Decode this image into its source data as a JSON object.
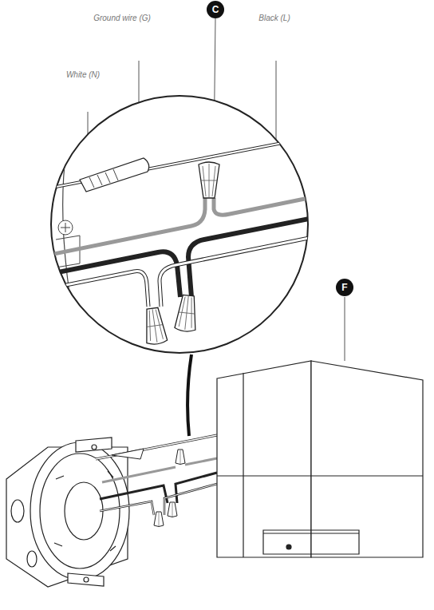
{
  "diagram": {
    "labels": [
      "Ground wire (G)",
      "Black (L)",
      "White (N)",
      "C",
      "F"
    ]
  }
}
